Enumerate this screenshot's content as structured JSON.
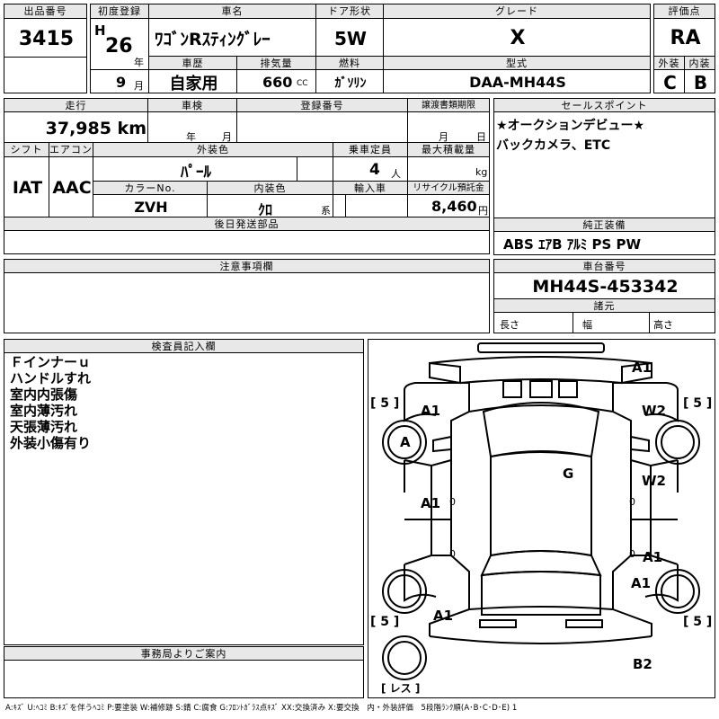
{
  "header": {
    "lot_label": "出品番号",
    "lot": "3415",
    "first_reg_label": "初度登録",
    "era": "H",
    "year": "26",
    "year_unit": "年",
    "month": "9",
    "month_unit": "月",
    "car_name_label": "車名",
    "car_name": "ﾜｺﾞﾝRｽﾃｨﾝｸﾞﾚｰ",
    "door_label": "ドア形状",
    "door": "5W",
    "grade_label": "グレード",
    "grade": "X",
    "score_label": "評価点",
    "score": "RA",
    "history_label": "車歴",
    "history": "自家用",
    "displacement_label": "排気量",
    "displacement": "660",
    "displacement_unit": "CC",
    "fuel_label": "燃料",
    "fuel": "ｶﾞｿﾘﾝ",
    "model_label": "型式",
    "model": "DAA-MH44S",
    "exterior_label": "外装",
    "exterior": "C",
    "interior_label": "内装",
    "interior": "B"
  },
  "row2": {
    "mileage_label": "走行",
    "mileage": "37,985 km",
    "inspection_label": "車検",
    "insp_year_unit": "年",
    "insp_month_unit": "月",
    "reg_no_label": "登録番号",
    "transfer_label": "譲渡書類期限",
    "transfer_month_unit": "月",
    "transfer_day_unit": "日",
    "shift_label": "シフト",
    "shift": "IAT",
    "ac_label": "エアコン",
    "ac": "AAC",
    "ext_color_label": "外装色",
    "ext_color": "ﾊﾟｰﾙ",
    "capacity_label": "乗車定員",
    "capacity": "4",
    "capacity_unit": "人",
    "load_label": "最大積載量",
    "load_unit": "kg",
    "color_no_label": "カラーNo.",
    "color_no": "ZVH",
    "int_color_label": "内装色",
    "int_color": "ｸﾛ",
    "int_color_unit": "系",
    "import_label": "輸入車",
    "recycle_label": "リサイクル預託金",
    "recycle": "8,460",
    "recycle_unit": "円",
    "later_parts_label": "後日発送部品"
  },
  "sales": {
    "label": "セールスポイント",
    "line1": "★オークションデビュー★",
    "line2": "バックカメラ、ETC"
  },
  "equipment": {
    "label": "純正装備",
    "value": "ABS ｴｱB ｱﾙﾐ PS PW"
  },
  "caution": {
    "label": "注意事項欄"
  },
  "chassis": {
    "label": "車台番号",
    "value": "MH44S-453342"
  },
  "specs": {
    "label": "諸元",
    "length": "長さ",
    "width": "幅",
    "height": "高さ"
  },
  "inspector": {
    "label": "検査員記入欄",
    "notes": [
      "Ｆインナーｕ",
      "ハンドルすれ",
      "室内内張傷",
      "室内薄汚れ",
      "天張薄汚れ",
      "外装小傷有り"
    ]
  },
  "office": {
    "label": "事務局よりご案内"
  },
  "diagram": {
    "marks": {
      "a1_top": "A1",
      "a1_fl": "A1",
      "a_fl_tire": "A",
      "w2_fr": "W2",
      "g_roof": "G",
      "a1_l_door": "A1",
      "w2_r_door": "W2",
      "a1_r_door": "A1",
      "a1_rr": "A1",
      "a1_rl": "A1",
      "b2_rear": "B2"
    },
    "zeros": [
      "0",
      "0",
      "0",
      "0"
    ],
    "tire": {
      "fl": "5",
      "fr": "5",
      "rl": "5",
      "rr": "5",
      "spare": "レス"
    }
  },
  "legend": "A:ｷｽﾞ U:ﾍｺﾐ B:ｷｽﾞを伴うﾍｺﾐ P:要塗装 W:補修跡 S:錆 C:腐食 G:ﾌﾛﾝﾄｶﾞﾗｽ点ｷｽﾞ XX:交換済み X:要交換　内・外装評価　5段階ﾗﾝｸ順(A･B･C･D･E) 1"
}
